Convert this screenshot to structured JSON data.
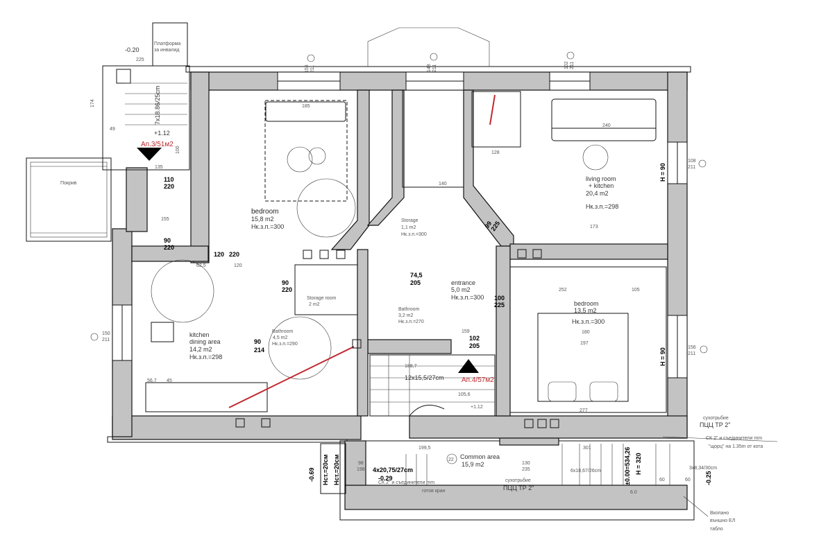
{
  "plan": {
    "colors": {
      "wall": "#c3c3c3",
      "apartment_label": "#c0282d",
      "line": "#111111"
    },
    "apartments": {
      "ap3": "Ап.3/51м2",
      "ap4": "Ап.4/57м2"
    },
    "rooms": {
      "bedroom1": {
        "name": "bedroom",
        "area": "15,8 m2",
        "height": "Нк.з.п.=300"
      },
      "living": {
        "name": "living room",
        "name2": "+ kitchen",
        "area": "20,4 m2",
        "height": "Нк.з.п.=298"
      },
      "storage": {
        "name": "Storage",
        "area": "1,1 m2",
        "height": "Нк.з.п.=300"
      },
      "entrance": {
        "name": "entrance",
        "area": "5,0 m2",
        "height": "Нк.з.п.=300"
      },
      "bathroom1": {
        "name": "Bathroom",
        "area": "3,2 m2",
        "height": "Нк.з.п.=270"
      },
      "storage_room": {
        "name": "Storage room",
        "area": "2 m2"
      },
      "kitchen": {
        "name": "kitchen",
        "name2": "dining area",
        "area": "14,2 m2",
        "height": "Нк.з.п.=298"
      },
      "bathroom2": {
        "name": "Bathroom",
        "area": "4,5 m2",
        "height": "Нк.з.п.=290"
      },
      "bedroom2": {
        "name": "bedroom",
        "area": "13,5 m2",
        "height": "Нк.з.п.=300"
      },
      "common": {
        "number": "22",
        "name": "Common area",
        "area": "15,9 m2"
      }
    },
    "platform": {
      "line1": "Платформа",
      "line2": "за инвалид"
    },
    "roof": "Покрив",
    "levels": {
      "l1": "-0.20",
      "l2": "+1.12",
      "l3": "+1.12",
      "l4": "-0.69",
      "l5": "-0.29",
      "l6": "±0.00=534,26",
      "l7": "-0.25"
    },
    "stairs": {
      "s1": "7x18.86/25cm",
      "s2": "12x15,5/27cm",
      "s3": "4x20,75/27cm",
      "s4": "6x18,67/26cm",
      "s5": "3x8,34/30cm"
    },
    "heights": {
      "h1": "H = 90",
      "h2": "H = 90",
      "h3": "H = 320",
      "nst1": "Нст.=20см",
      "nst2": "Нст.=20см"
    },
    "doors": [
      {
        "w": "110",
        "h": "220"
      },
      {
        "w": "90",
        "h": "220"
      },
      {
        "w": "120",
        "h": "220"
      },
      {
        "w": "90",
        "h": "220"
      },
      {
        "w": "90",
        "h": "214"
      },
      {
        "w": "74,5",
        "h": "205"
      },
      {
        "w": "100",
        "h": "225"
      },
      {
        "w": "102",
        "h": "205"
      },
      {
        "w": "98",
        "h": "198"
      },
      {
        "w": "130",
        "h": "235"
      },
      {
        "w": "99",
        "h": "225"
      }
    ],
    "windows": [
      {
        "w": "158",
        "h": "211"
      },
      {
        "w": "148",
        "h": "211"
      },
      {
        "w": "102",
        "h": "211"
      },
      {
        "w": "108",
        "h": "211"
      },
      {
        "w": "156",
        "h": "211"
      },
      {
        "w": "150",
        "h": "211"
      }
    ],
    "dims": {
      "d225": "225",
      "d174": "174",
      "d49": "49",
      "d135": "135",
      "d100": "100",
      "d185": "185",
      "d240": "240",
      "d252": "252",
      "d105": "105",
      "d180": "180",
      "d197": "197",
      "d277": "277",
      "d188": "188,7",
      "d159": "159",
      "d199": "199,5",
      "d301": "301",
      "d155": "155",
      "d120": "120",
      "d625": "62,5",
      "d60a": "60",
      "d60b": "60",
      "d60c": "6.0",
      "d567": "56,7",
      "d45": "45",
      "d128": "128",
      "d140": "140",
      "d173": "173",
      "d1056": "105,6"
    },
    "notes": {
      "dry_pipe1_a": "сухотрьбие",
      "dry_pipe1_b": "ПЦЦ  ТР 2\"",
      "dry_pipe2_a": "сухотрьбие",
      "dry_pipe2_b": "ПЦЦ  ТР 2\"",
      "sk_a": "СК 2\" и съединители mm",
      "sk_b": "\"щорц\" на 1.35m от кота",
      "sk2": "СК 2\" и съединители mm",
      "panel_1": "Вкопано",
      "panel_2": "външно ЕЛ",
      "panel_3": "табло",
      "tap": "готов кран"
    }
  }
}
